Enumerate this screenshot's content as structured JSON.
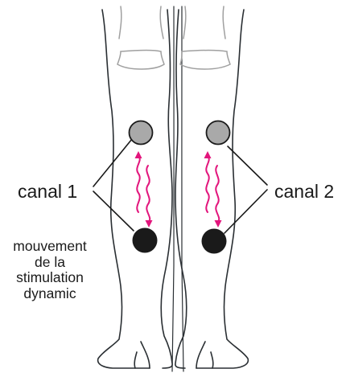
{
  "labels": {
    "channel_1": "canal 1",
    "channel_2": "canal 2",
    "motion_text": [
      "mouvement",
      "de la",
      "stimulation",
      "dynamic"
    ]
  },
  "colors": {
    "outline": "#2a2f33",
    "knee_outline": "#a0a0a0",
    "electrode_top": "#a9a9a9",
    "electrode_bottom": "#1a1a1a",
    "arrow": "#e2157c",
    "leader_line": "#1a1a1a"
  },
  "icons": {
    "up_arrow": "wavy-up-arrow-icon",
    "down_arrow": "wavy-down-arrow-icon"
  }
}
